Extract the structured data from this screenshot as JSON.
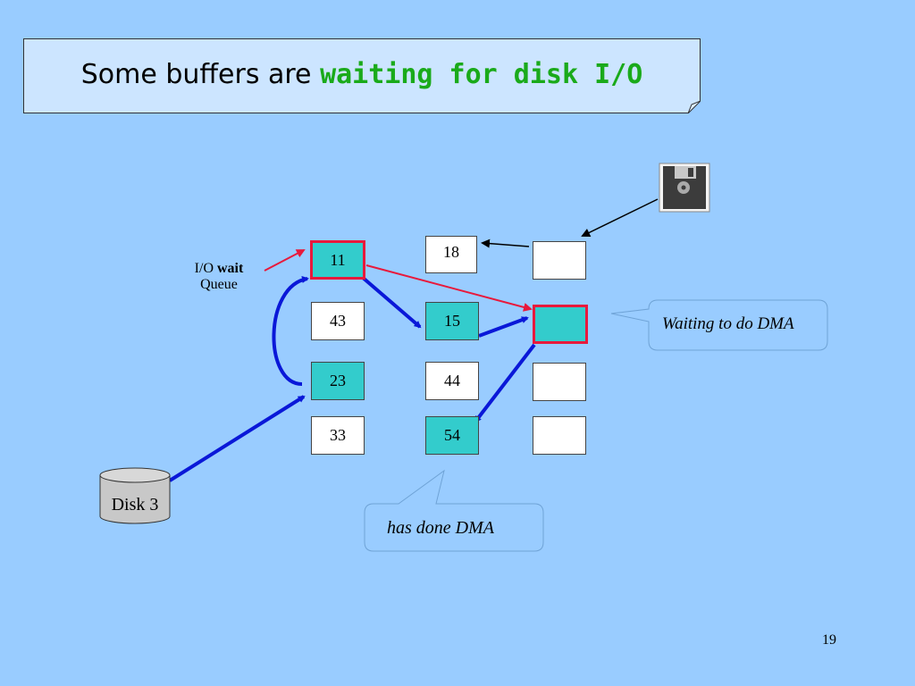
{
  "title": {
    "prefix": "Some buffers are ",
    "highlight": "waiting for disk I/O"
  },
  "queue_label": {
    "line1_prefix": "I/O ",
    "line1_bold": "wait",
    "line2": "Queue"
  },
  "buffers": {
    "b11": "11",
    "b18": "18",
    "b43": "43",
    "b15": "15",
    "b23": "23",
    "b44": "44",
    "b33": "33",
    "b54": "54"
  },
  "callouts": {
    "waiting": "Waiting to do DMA",
    "done": "has done DMA"
  },
  "disk_label": "Disk 3",
  "page_number": "19",
  "colors": {
    "background": "#99ccff",
    "teal": "#33cccc",
    "red": "#e8193c",
    "blue": "#0a18d8",
    "title_highlight": "#1aaa1a"
  },
  "icons": {
    "floppy": "floppy-disk-icon",
    "disk": "disk-cylinder-icon"
  }
}
